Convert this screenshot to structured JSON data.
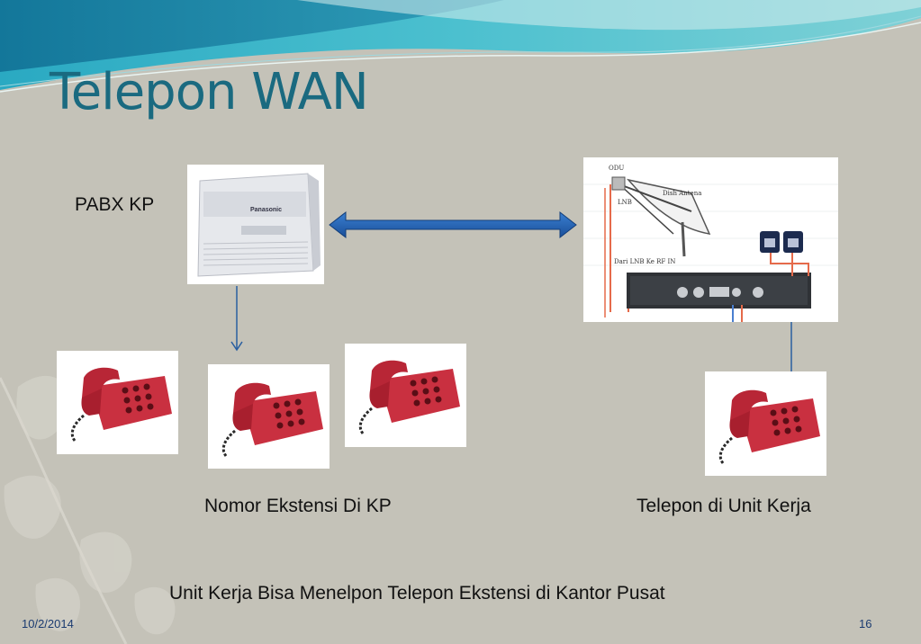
{
  "slide": {
    "title": "Telepon WAN",
    "footer_date": "10/2/2014",
    "page_number": "16"
  },
  "labels": {
    "pabx": "PABX KP",
    "extensions": "Nomor Ekstensi Di KP",
    "unit_phone": "Telepon di Unit Kerja",
    "caption": "Unit Kerja Bisa Menelpon Telepon Ekstensi  di Kantor Pusat"
  },
  "pabx_device": {
    "brand": "Panasonic"
  },
  "satellite_diagram": {
    "odu_label": "ODU",
    "lnb_label": "LNB",
    "dish_label": "Dish Antena",
    "cable_label": "Dari LNB Ke RF IN"
  },
  "colors": {
    "title": "#1a6a80",
    "arrow": "#1f5aa8",
    "phone_red": "#c93040",
    "connector": "#2a5fa0"
  },
  "icons": {
    "phone": "red-desk-phone-icon",
    "pabx": "pabx-unit-icon",
    "satellite": "satellite-dish-icon"
  }
}
